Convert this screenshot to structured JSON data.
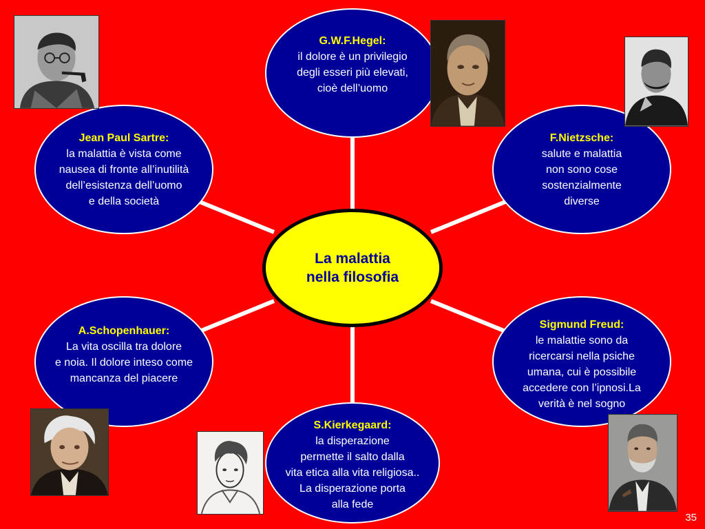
{
  "center": {
    "lines": [
      "La malattia",
      "nella filosofia"
    ]
  },
  "nodes": {
    "hegel": {
      "title": "G.W.F.Hegel:",
      "lines": [
        "il dolore è un privilegio",
        "degli esseri più elevati,",
        "cioè dell’uomo"
      ]
    },
    "sartre": {
      "title": "Jean Paul Sartre:",
      "lines": [
        "la malattia è vista come",
        "nausea di fronte all’inutilità",
        "dell’esistenza dell’uomo",
        "e della società"
      ]
    },
    "nietzsche": {
      "title": "F.Nietzsche:",
      "lines": [
        "salute e malattia",
        "non sono cose",
        "sostenzialmente",
        "diverse"
      ]
    },
    "schopenhauer": {
      "title": "A.Schopenhauer:",
      "lines": [
        "La vita oscilla tra dolore",
        "e noia. Il dolore inteso come",
        "mancanza del piacere"
      ]
    },
    "freud": {
      "title": "Sigmund Freud:",
      "lines": [
        "le malattie sono da",
        "ricercarsi nella psiche",
        "umana, cui è possibile",
        "accedere con l’ipnosi.La",
        "verità è nel sogno"
      ]
    },
    "kierkegaard": {
      "title": "S.Kierkegaard:",
      "lines": [
        "la disperazione",
        "permette il salto dalla",
        "vita etica alla vita religiosa..",
        "La disperazione porta",
        "alla fede"
      ]
    }
  },
  "portraits": {
    "sartre": "portrait-photo",
    "hegel": "portrait-painting",
    "nietzsche": "portrait-photo",
    "schopenhauer": "portrait-photo",
    "kierkegaard": "portrait-sketch",
    "freud": "portrait-photo"
  },
  "colors": {
    "background": "#ff0000",
    "node_fill": "#000099",
    "node_title": "#ffff00",
    "node_text": "#ffffff",
    "center_fill": "#ffff00",
    "center_text": "#000099",
    "spoke": "#ffffff"
  },
  "page_number": "35"
}
